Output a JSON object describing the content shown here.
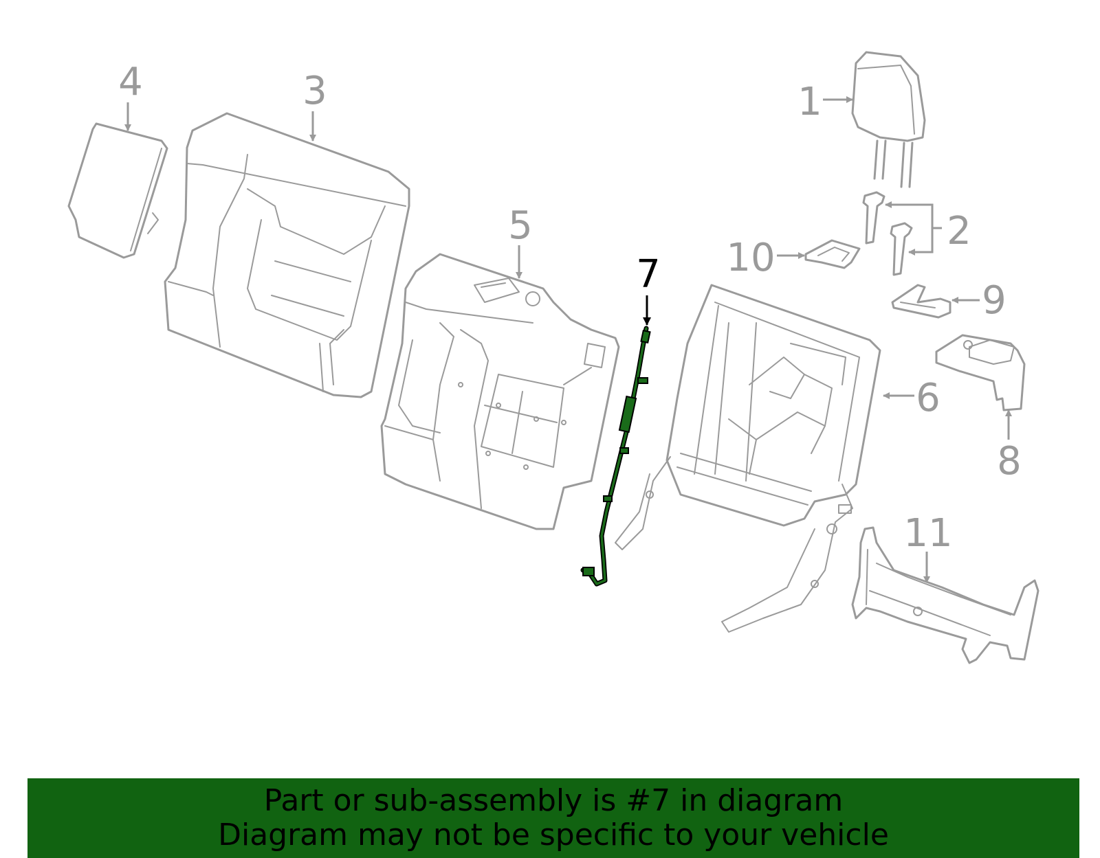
{
  "callouts": {
    "c1": "1",
    "c2": "2",
    "c3": "3",
    "c4": "4",
    "c5": "5",
    "c6": "6",
    "c7": "7",
    "c8": "8",
    "c9": "9",
    "c10": "10",
    "c11": "11"
  },
  "highlighted_part": "7",
  "colors": {
    "part_outline": "#9a9a9a",
    "highlight": "#1a6b1a",
    "banner_bg": "#116311",
    "banner_text": "#000000"
  },
  "banner": {
    "line1": "Part or sub-assembly is #7 in diagram",
    "line2": "Diagram may not be specific to your vehicle"
  }
}
